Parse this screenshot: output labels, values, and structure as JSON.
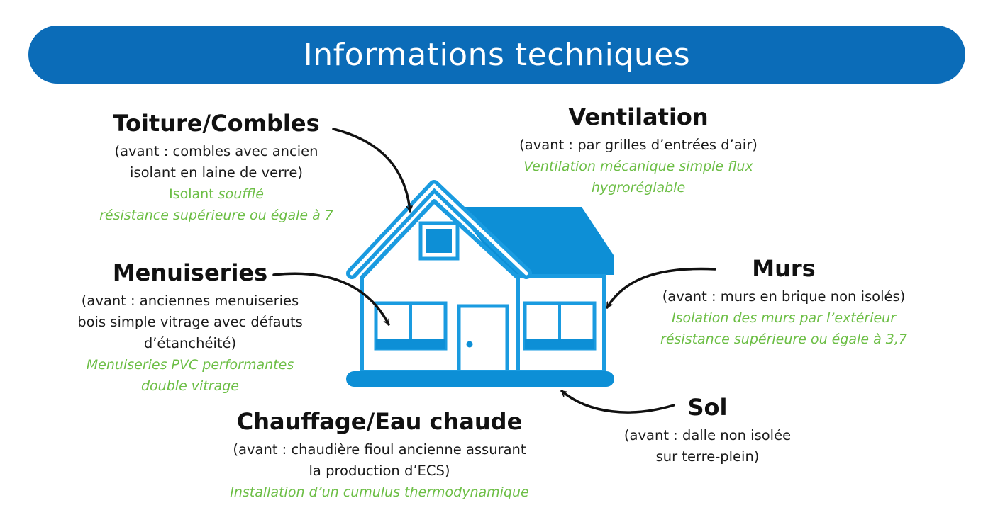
{
  "title": "Informations techniques",
  "colors": {
    "banner": "#0b6cb8",
    "house": "#1a9be0",
    "house_fill": "#0d8fd6",
    "improvement_text": "#6cbe45",
    "arrow": "#111111"
  },
  "sections": {
    "toiture": {
      "title": "Toiture/Combles",
      "before_lines": [
        "(avant : combles avec ancien",
        "isolant en laine de verre)"
      ],
      "after_prefix": "Isolant ",
      "after_italic": "soufflé",
      "after_line2": "résistance supérieure ou égale à 7"
    },
    "ventilation": {
      "title": "Ventilation",
      "before_lines": [
        "(avant : par grilles d’entrées d’air)"
      ],
      "after_lines": [
        "Ventilation mécanique simple flux",
        "hygroréglable"
      ]
    },
    "menuiseries": {
      "title": "Menuiseries",
      "before_lines": [
        "(avant : anciennes menuiseries",
        "bois simple vitrage avec défauts",
        "d’étanchéité)"
      ],
      "after_lines": [
        "Menuiseries PVC performantes",
        "double vitrage"
      ]
    },
    "murs": {
      "title": "Murs",
      "before_lines": [
        "(avant : murs en brique non isolés)"
      ],
      "after_lines": [
        "Isolation des murs par l’extérieur",
        "résistance supérieure ou égale à 3,7"
      ]
    },
    "sol": {
      "title": "Sol",
      "before_lines": [
        "(avant : dalle non isolée",
        "sur terre-plein)"
      ]
    },
    "chauffage": {
      "title": "Chauffage/Eau chaude",
      "before_lines": [
        "(avant : chaudière fioul ancienne assurant",
        "la production d’ECS)"
      ],
      "after_lines": [
        "Installation d’un cumulus thermodynamique"
      ]
    }
  }
}
